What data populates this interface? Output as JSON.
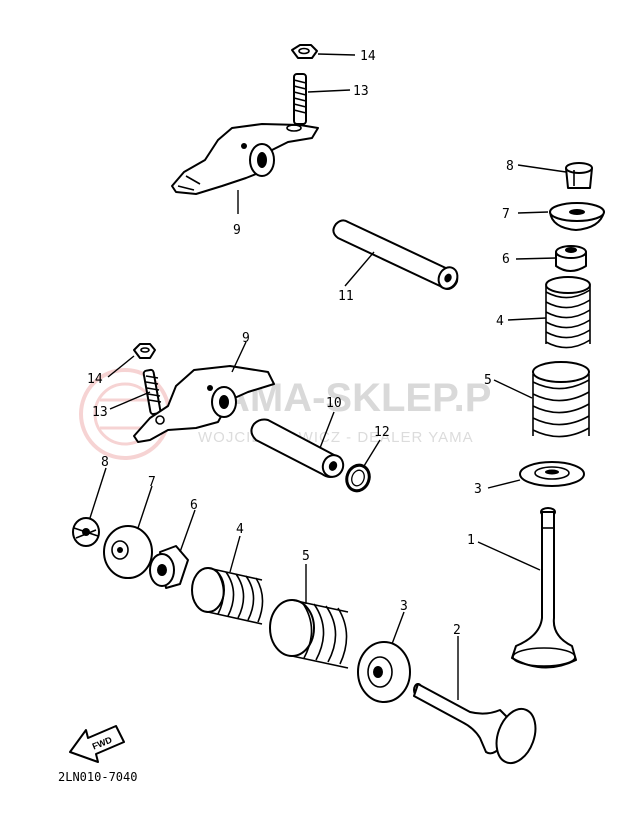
{
  "watermark": {
    "title": "YAMA-SKLEP.P",
    "subtitle": "WOJCIECHOWICZ - DEALER YAMA"
  },
  "diagram_code": "2LN010-7040",
  "fwd_label": "FWD",
  "callouts": {
    "n1": "1",
    "n2": "2",
    "n3": "3",
    "n4": "4",
    "n5": "5",
    "n6": "6",
    "n7": "7",
    "n8": "8",
    "n9": "9",
    "n10": "10",
    "n11": "11",
    "n12": "12",
    "n13": "13",
    "n14": "14"
  },
  "colors": {
    "line": "#000000",
    "watermark": "#d9d9d9",
    "watermark_logo": "#f2b8b8"
  }
}
